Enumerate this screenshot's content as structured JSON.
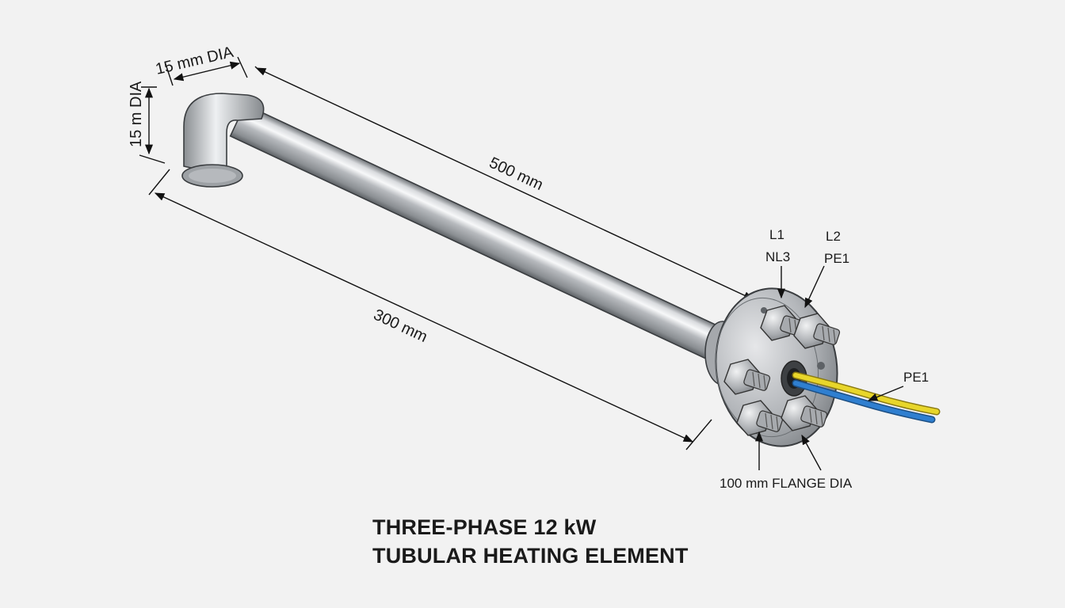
{
  "dimensions": {
    "tube_diameter_top": "15 mm DIA",
    "tube_diameter_side": "15 m DIA",
    "upper_length": "500 mm",
    "lower_length": "300 mm",
    "flange_diameter": "100 mm FLANGE DIA"
  },
  "terminals": {
    "left_line1": "L1",
    "left_line2": "NL3",
    "right_line1": "L2",
    "right_line2": "PE1",
    "wire_label": "PE1"
  },
  "title": {
    "line1": "THREE-PHASE 12 kW",
    "line2": "TUBULAR HEATING ELEMENT"
  },
  "colors": {
    "background": "#f2f2f2",
    "steel": "#b9bcc0",
    "wire_yellow": "#e8d62a",
    "wire_blue": "#2f7fd0"
  }
}
